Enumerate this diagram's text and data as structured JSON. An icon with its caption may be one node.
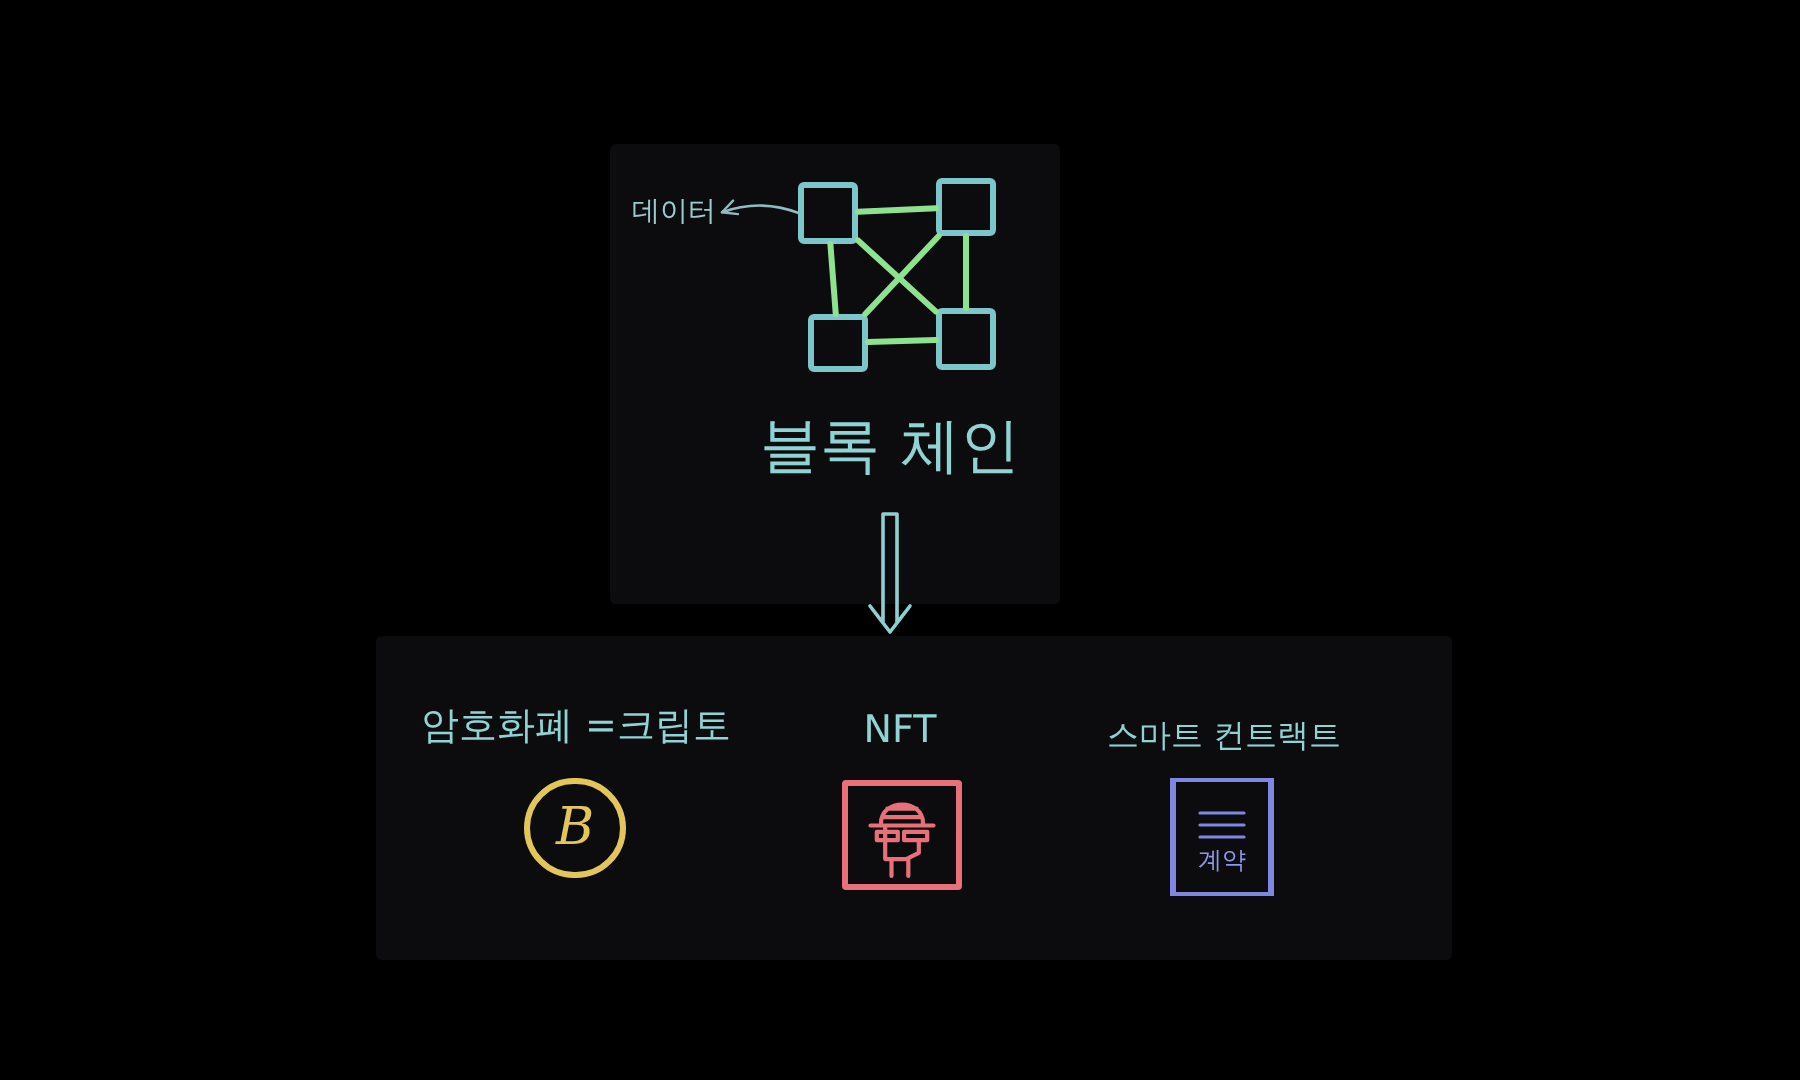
{
  "diagram": {
    "nodes": [
      {
        "text": [],
        "shape": "box"
      },
      {
        "text": [
          "데이터"
        ],
        "in": 0
      },
      {
        "text": [],
        "shape": "box",
        "in": 0
      },
      {
        "text": [],
        "shape": "box",
        "in": 0
      },
      {
        "text": [],
        "shape": "box",
        "in": 0
      },
      {
        "text": [],
        "shape": "box",
        "in": 0
      },
      {
        "text": [
          "블록 체인"
        ],
        "in": 0
      },
      {
        "text": [],
        "shape": "box"
      },
      {
        "text": [
          "B"
        ],
        "beside": [
          "암호화폐 =크립토"
        ],
        "in": 7
      },
      {
        "text": [],
        "shape": "picture",
        "beside": [
          "NFT"
        ],
        "in": 7
      },
      {
        "text": [
          "계약"
        ],
        "beside": [
          "스마트 컨트랙트"
        ],
        "in": 7
      }
    ],
    "edges": [
      {
        "from": 2,
        "to": 3,
        "arrow": "none"
      },
      {
        "from": 2,
        "to": 4,
        "arrow": "none"
      },
      {
        "from": 3,
        "to": 5,
        "arrow": "none"
      },
      {
        "from": 4,
        "to": 5,
        "arrow": "none"
      },
      {
        "from": 2,
        "to": 5,
        "arrow": "none"
      },
      {
        "from": 3,
        "to": 4,
        "arrow": "none"
      },
      {
        "from": 2,
        "to": 1,
        "arrow": "to",
        "color": "#8fbcbf"
      },
      {
        "from": 6,
        "to": 7,
        "arrow": "to",
        "color": "#8ecfd1"
      }
    ]
  }
}
